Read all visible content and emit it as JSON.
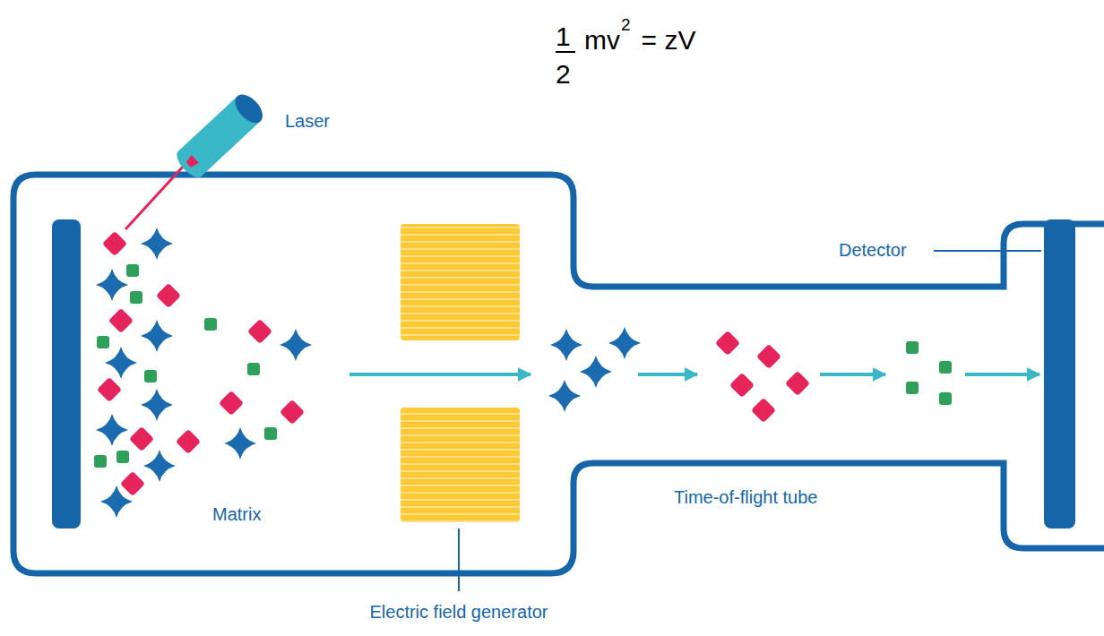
{
  "diagram": {
    "labels": [
      "1",
      "mv",
      "2",
      "= zV",
      "2",
      "Laser",
      "Detector",
      "Matrix",
      "Time-of-flight tube",
      "Electric field generator"
    ]
  }
}
